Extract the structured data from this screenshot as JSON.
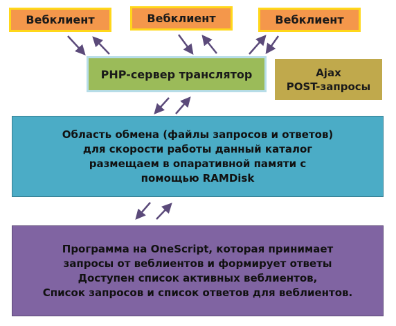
{
  "clients": [
    {
      "label": "Вебклиент"
    },
    {
      "label": "Вебклиент"
    },
    {
      "label": "Вебклиент"
    }
  ],
  "php_server": {
    "label": "PHP-сервер транслятор"
  },
  "ajax_note": {
    "label": "Ajax\nPOST-запросы"
  },
  "exchange_area": {
    "text": "Область обмена (файлы запросов и ответов)\nдля скорости работы данный каталог\nразмещаем в опаративной памяти с\nпомощью RAMDisk"
  },
  "program": {
    "text": "Программа на OneScript, которая принимает\nзапросы от веблиентов и формирует ответы\nДоступен список активных веблиентов,\nСписок запросов и список ответов для веблиентов."
  },
  "colors": {
    "client_fill": "#f4974b",
    "client_border": "#ffd71a",
    "php_fill": "#9bbb59",
    "php_border": "#b7dde8",
    "ajax_fill": "#c0a94c",
    "exchange_fill": "#4bacc6",
    "program_fill": "#8064a2",
    "arrow": "#5b4a7a"
  }
}
